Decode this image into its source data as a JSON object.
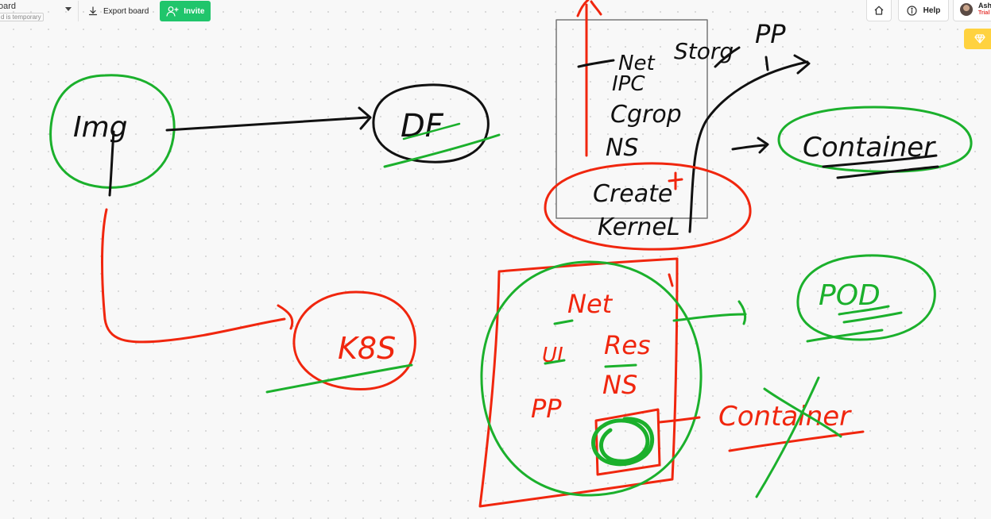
{
  "toolbar": {
    "board_name": "oard",
    "temporary_badge": "d is temporary",
    "board_menu_icon": "chevron-down-icon",
    "export_label": "Export board",
    "export_icon": "download-icon",
    "invite_label": "Invite",
    "invite_icon": "add-user-icon",
    "invite_color": "#20c56b"
  },
  "top_right": {
    "home_icon": "home-icon",
    "help_label": "Help",
    "help_icon": "info-icon",
    "user_name": "Ash",
    "user_plan": "Trial",
    "upgrade_icon": "diamond-icon",
    "upgrade_color": "#ffd23f"
  },
  "canvas": {
    "ink_colors": {
      "green": "#1bb02c",
      "red": "#f0260e",
      "black": "#111111",
      "gray": "#777777"
    },
    "handwritten_text": {
      "img": "Img",
      "df": "DF",
      "k8s": "K8S",
      "container_black": "Container",
      "pod": "POD",
      "container_red": "Container",
      "net": "Net",
      "storage": "Storg",
      "pp_black": "PP",
      "ipc": "IPC",
      "cgroup": "Cgrop",
      "ns_black": "NS",
      "create": "Create",
      "kernel": "KerneL",
      "net_red": "Net",
      "res": "Res",
      "ns_red": "NS",
      "pp_red": "PP",
      "ui_red": "UI"
    }
  }
}
